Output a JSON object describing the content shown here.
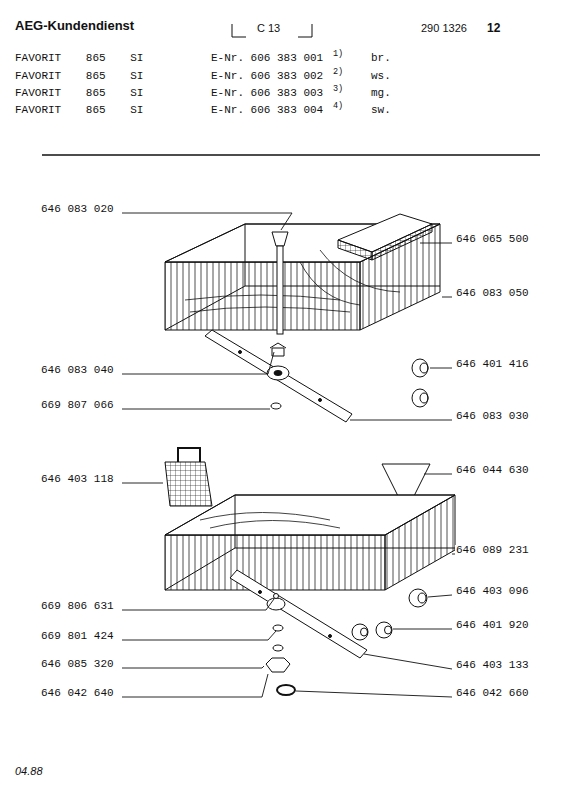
{
  "diagram": {
    "title": "AEG-Kundendienst",
    "labels": [
      "C 13",
      "290 1326",
      "12",
      "FAVORIT 865 SI",
      "E-Nr. 606 383 001",
      "1)",
      "br.",
      "FAVORIT 865 SI",
      "E-Nr. 606 383 002",
      "2)",
      "ws.",
      "FAVORIT 865 SI",
      "E-Nr. 606 383 003",
      "3)",
      "mg.",
      "FAVORIT 865 SI",
      "E-Nr. 606 383 004",
      "4)",
      "sw.",
      "646 083 020",
      "646 065 500",
      "646 083 050",
      "646 083 040",
      "646 401 416",
      "669 807 066",
      "646 083 030",
      "646 403 118",
      "646 044 630",
      "646 089 231",
      "669 806 631",
      "646 403 096",
      "669 801 424",
      "646 401 920",
      "646 085 320",
      "646 403 133",
      "646 042 640",
      "646 042 660",
      "04.88"
    ]
  }
}
